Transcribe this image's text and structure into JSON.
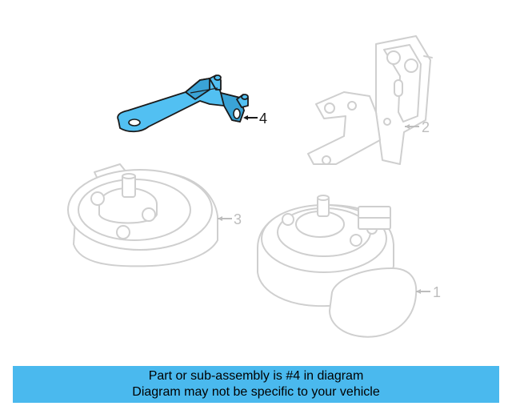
{
  "diagram": {
    "callouts": {
      "part1": "1",
      "part2": "2",
      "part3": "3",
      "part4": "4"
    },
    "highlighted_part": "4",
    "colors": {
      "highlight": "#52c0f2",
      "ghost_lines": "#cfcfcf",
      "banner": "#4ab9ee"
    }
  },
  "banner": {
    "line1": "Part or sub-assembly is #4 in diagram",
    "line2": "Diagram may not be specific to your vehicle"
  }
}
